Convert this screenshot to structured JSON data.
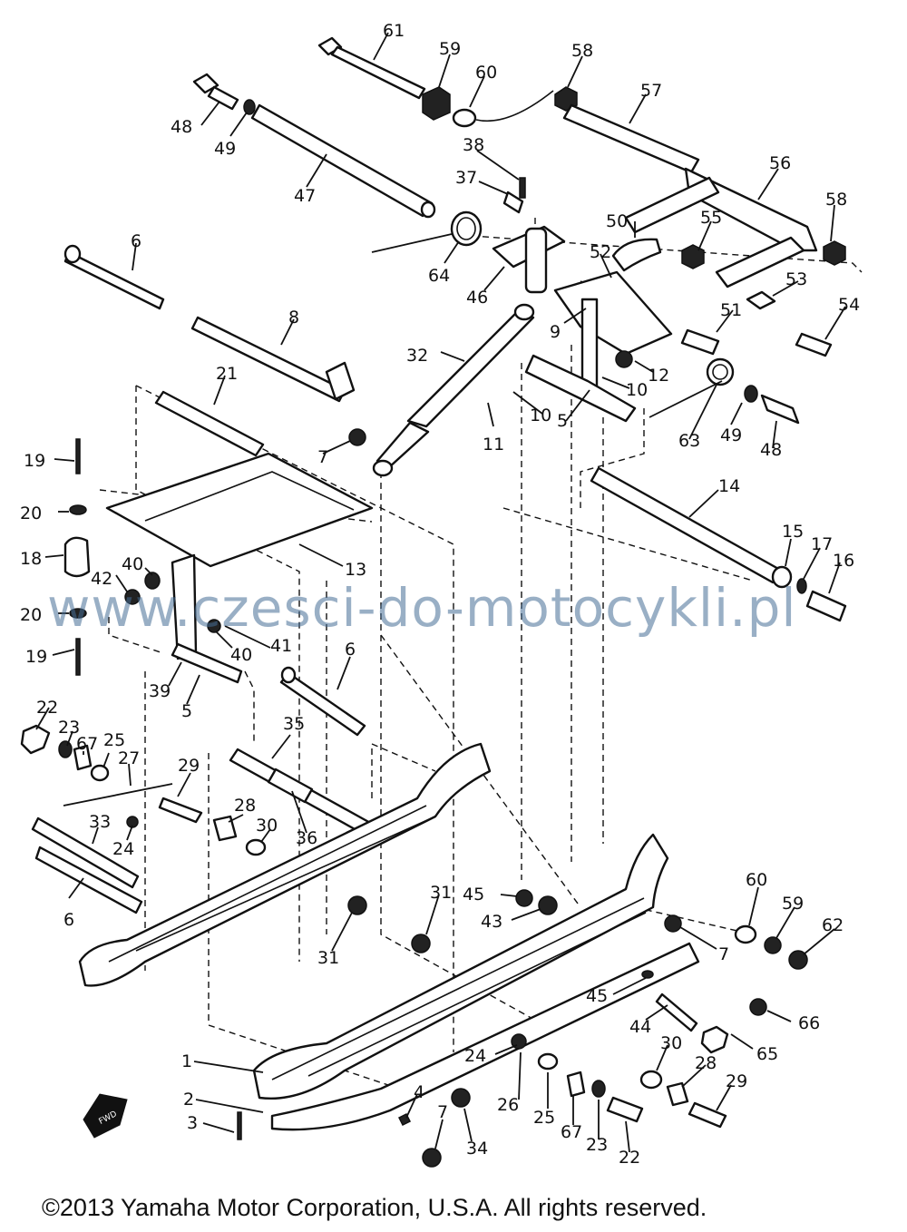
{
  "callouts": [
    {
      "id": "61",
      "label": "61"
    },
    {
      "id": "59a",
      "label": "59"
    },
    {
      "id": "60a",
      "label": "60"
    },
    {
      "id": "58a",
      "label": "58"
    },
    {
      "id": "57",
      "label": "57"
    },
    {
      "id": "48a",
      "label": "48"
    },
    {
      "id": "49a",
      "label": "49"
    },
    {
      "id": "38",
      "label": "38"
    },
    {
      "id": "47",
      "label": "47"
    },
    {
      "id": "37",
      "label": "37"
    },
    {
      "id": "56",
      "label": "56"
    },
    {
      "id": "58b",
      "label": "58"
    },
    {
      "id": "6a",
      "label": "6"
    },
    {
      "id": "50",
      "label": "50"
    },
    {
      "id": "55",
      "label": "55"
    },
    {
      "id": "64",
      "label": "64"
    },
    {
      "id": "52",
      "label": "52"
    },
    {
      "id": "53",
      "label": "53"
    },
    {
      "id": "46",
      "label": "46"
    },
    {
      "id": "54",
      "label": "54"
    },
    {
      "id": "8",
      "label": "8"
    },
    {
      "id": "51",
      "label": "51"
    },
    {
      "id": "9",
      "label": "9"
    },
    {
      "id": "32",
      "label": "32"
    },
    {
      "id": "12",
      "label": "12"
    },
    {
      "id": "21",
      "label": "21"
    },
    {
      "id": "10a",
      "label": "10"
    },
    {
      "id": "10b",
      "label": "10"
    },
    {
      "id": "5a",
      "label": "5"
    },
    {
      "id": "11",
      "label": "11"
    },
    {
      "id": "63",
      "label": "63"
    },
    {
      "id": "49b",
      "label": "49"
    },
    {
      "id": "48b",
      "label": "48"
    },
    {
      "id": "7a",
      "label": "7"
    },
    {
      "id": "19a",
      "label": "19"
    },
    {
      "id": "14",
      "label": "14"
    },
    {
      "id": "20a",
      "label": "20"
    },
    {
      "id": "15",
      "label": "15"
    },
    {
      "id": "17",
      "label": "17"
    },
    {
      "id": "16",
      "label": "16"
    },
    {
      "id": "18",
      "label": "18"
    },
    {
      "id": "13",
      "label": "13"
    },
    {
      "id": "40a",
      "label": "40"
    },
    {
      "id": "42",
      "label": "42"
    },
    {
      "id": "20b",
      "label": "20"
    },
    {
      "id": "40b",
      "label": "40"
    },
    {
      "id": "41",
      "label": "41"
    },
    {
      "id": "6b",
      "label": "6"
    },
    {
      "id": "19b",
      "label": "19"
    },
    {
      "id": "39",
      "label": "39"
    },
    {
      "id": "5b",
      "label": "5"
    },
    {
      "id": "22a",
      "label": "22"
    },
    {
      "id": "23a",
      "label": "23"
    },
    {
      "id": "35",
      "label": "35"
    },
    {
      "id": "67a",
      "label": "67"
    },
    {
      "id": "25a",
      "label": "25"
    },
    {
      "id": "27",
      "label": "27"
    },
    {
      "id": "29a",
      "label": "29"
    },
    {
      "id": "28a",
      "label": "28"
    },
    {
      "id": "33",
      "label": "33"
    },
    {
      "id": "30a",
      "label": "30"
    },
    {
      "id": "36",
      "label": "36"
    },
    {
      "id": "24a",
      "label": "24"
    },
    {
      "id": "6c",
      "label": "6"
    },
    {
      "id": "60b",
      "label": "60"
    },
    {
      "id": "31a",
      "label": "31"
    },
    {
      "id": "45a",
      "label": "45"
    },
    {
      "id": "59b",
      "label": "59"
    },
    {
      "id": "62",
      "label": "62"
    },
    {
      "id": "43",
      "label": "43"
    },
    {
      "id": "31b",
      "label": "31"
    },
    {
      "id": "7b",
      "label": "7"
    },
    {
      "id": "45b",
      "label": "45"
    },
    {
      "id": "44",
      "label": "44"
    },
    {
      "id": "66",
      "label": "66"
    },
    {
      "id": "65",
      "label": "65"
    },
    {
      "id": "1",
      "label": "1"
    },
    {
      "id": "24b",
      "label": "24"
    },
    {
      "id": "30b",
      "label": "30"
    },
    {
      "id": "28b",
      "label": "28"
    },
    {
      "id": "29b",
      "label": "29"
    },
    {
      "id": "2",
      "label": "2"
    },
    {
      "id": "4",
      "label": "4"
    },
    {
      "id": "26",
      "label": "26"
    },
    {
      "id": "25b",
      "label": "25"
    },
    {
      "id": "67b",
      "label": "67"
    },
    {
      "id": "23b",
      "label": "23"
    },
    {
      "id": "22b",
      "label": "22"
    },
    {
      "id": "3",
      "label": "3"
    },
    {
      "id": "7c",
      "label": "7"
    },
    {
      "id": "34",
      "label": "34"
    }
  ],
  "fwd_label": "FWD",
  "watermark": "www.czesci-do-motocykli.pl",
  "footer": "©2013 Yamaha Motor Corporation, U.S.A. All rights reserved."
}
